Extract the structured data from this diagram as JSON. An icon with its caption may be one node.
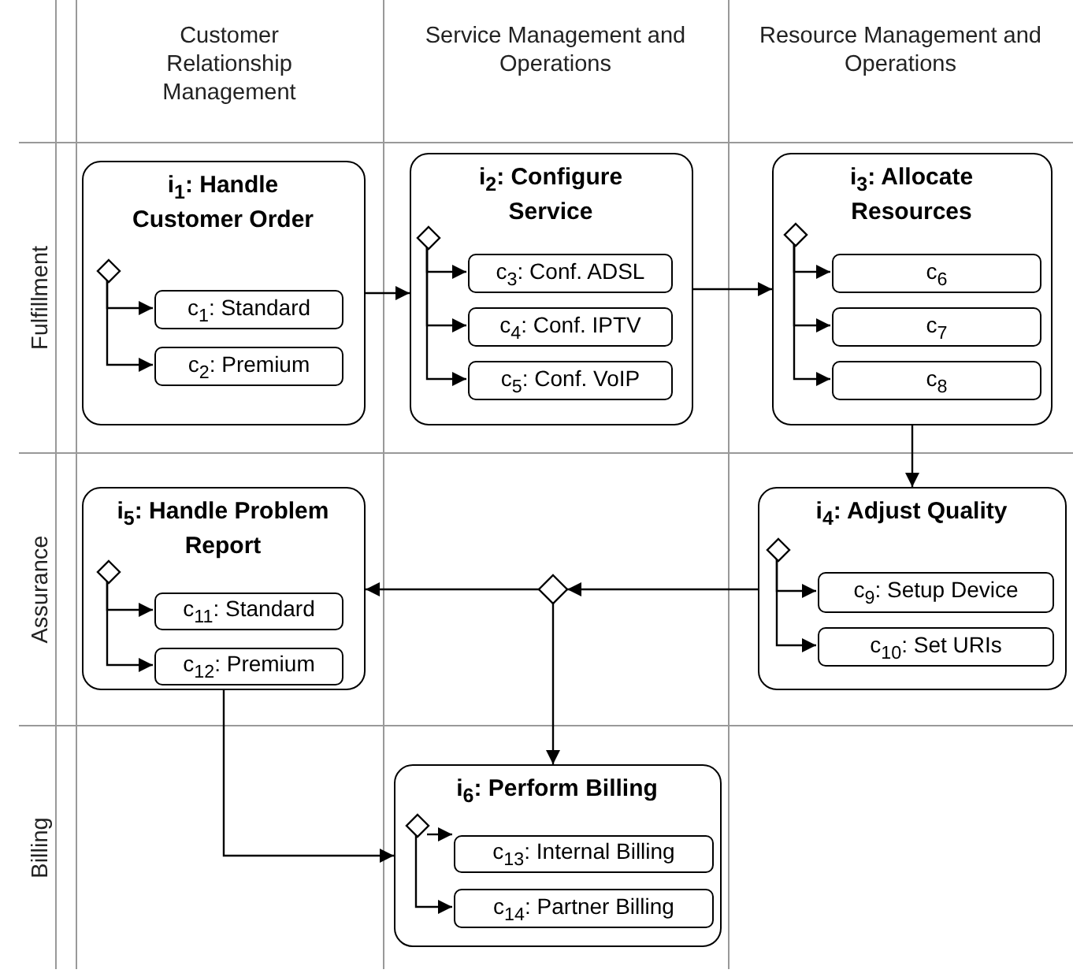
{
  "diagram": {
    "nodes": [
      {
        "text": [
          "i$_{1}$: Handle Customer Order"
        ]
      },
      {
        "text": [],
        "shape": "diamond",
        "in": 0
      },
      {
        "text": [
          "c$_{1}$: Standard"
        ],
        "in": 0
      },
      {
        "text": [
          "c$_{2}$: Premium"
        ],
        "in": 0
      },
      {
        "text": [
          "i$_{2}$: Configure Service"
        ]
      },
      {
        "text": [],
        "shape": "diamond",
        "in": 4
      },
      {
        "text": [
          "c$_{3}$: Conf. ADSL"
        ],
        "in": 4
      },
      {
        "text": [
          "c$_{4}$: Conf. IPTV"
        ],
        "in": 4
      },
      {
        "text": [
          "c$_{5}$: Conf. VoIP"
        ],
        "in": 4
      },
      {
        "text": [
          "i$_{3}$: Allocate Resources"
        ]
      },
      {
        "text": [],
        "shape": "diamond",
        "in": 9
      },
      {
        "text": [
          "c$_{6}$"
        ],
        "in": 9
      },
      {
        "text": [
          "c$_{7}$"
        ],
        "in": 9
      },
      {
        "text": [
          "c$_{8}$"
        ],
        "in": 9
      },
      {
        "text": [
          "i$_{5}$: Handle Problem Report"
        ]
      },
      {
        "text": [],
        "shape": "diamond",
        "in": 14
      },
      {
        "text": [
          "c$_{11}$: Standard"
        ],
        "in": 14
      },
      {
        "text": [
          "c$_{12}$: Premium"
        ],
        "in": 14
      },
      {
        "text": [],
        "shape": "diamond"
      },
      {
        "text": [
          "i$_{4}$: Adjust Quality"
        ]
      },
      {
        "text": [],
        "shape": "diamond",
        "in": 19
      },
      {
        "text": [
          "c$_{9}$: Setup Device"
        ],
        "in": 19
      },
      {
        "text": [
          "c$_{10}$: Set URIs"
        ],
        "in": 19
      },
      {
        "text": [
          "i$_{6}$: Perform Billing"
        ]
      },
      {
        "text": [],
        "shape": "diamond",
        "in": 23
      },
      {
        "text": [
          "c$_{13}$: Internal Billing"
        ],
        "in": 23
      },
      {
        "text": [
          "c$_{14}$: Partner Billing"
        ],
        "in": 23
      }
    ],
    "edges": [
      {
        "from": 1,
        "to": 2,
        "arrow": "to"
      },
      {
        "from": 1,
        "to": 3,
        "arrow": "to"
      },
      {
        "from": 5,
        "to": 6,
        "arrow": "to"
      },
      {
        "from": 5,
        "to": 7,
        "arrow": "to"
      },
      {
        "from": 5,
        "to": 8,
        "arrow": "to"
      },
      {
        "from": 10,
        "to": 11,
        "arrow": "to"
      },
      {
        "from": 10,
        "to": 12,
        "arrow": "to"
      },
      {
        "from": 10,
        "to": 13,
        "arrow": "to"
      },
      {
        "from": 15,
        "to": 16,
        "arrow": "to"
      },
      {
        "from": 15,
        "to": 17,
        "arrow": "to"
      },
      {
        "from": 20,
        "to": 21,
        "arrow": "to"
      },
      {
        "from": 20,
        "to": 22,
        "arrow": "to"
      },
      {
        "from": 24,
        "to": 25,
        "arrow": "to"
      },
      {
        "from": 24,
        "to": 26,
        "arrow": "to"
      },
      {
        "from": 0,
        "to": 4,
        "arrow": "to"
      },
      {
        "from": 4,
        "to": 9,
        "arrow": "to"
      },
      {
        "from": 9,
        "to": 19,
        "arrow": "to"
      },
      {
        "from": 19,
        "to": 18,
        "arrow": "to"
      },
      {
        "from": 18,
        "to": 14,
        "arrow": "to"
      },
      {
        "from": 18,
        "to": 23,
        "arrow": "to"
      },
      {
        "from": 14,
        "to": 23,
        "arrow": "to"
      }
    ],
    "labels": [
      "Customer Relationship Management",
      "Service Management and Operations",
      "Resource Management and Operations",
      "Fulfillment",
      "Assurance",
      "Billing"
    ]
  }
}
